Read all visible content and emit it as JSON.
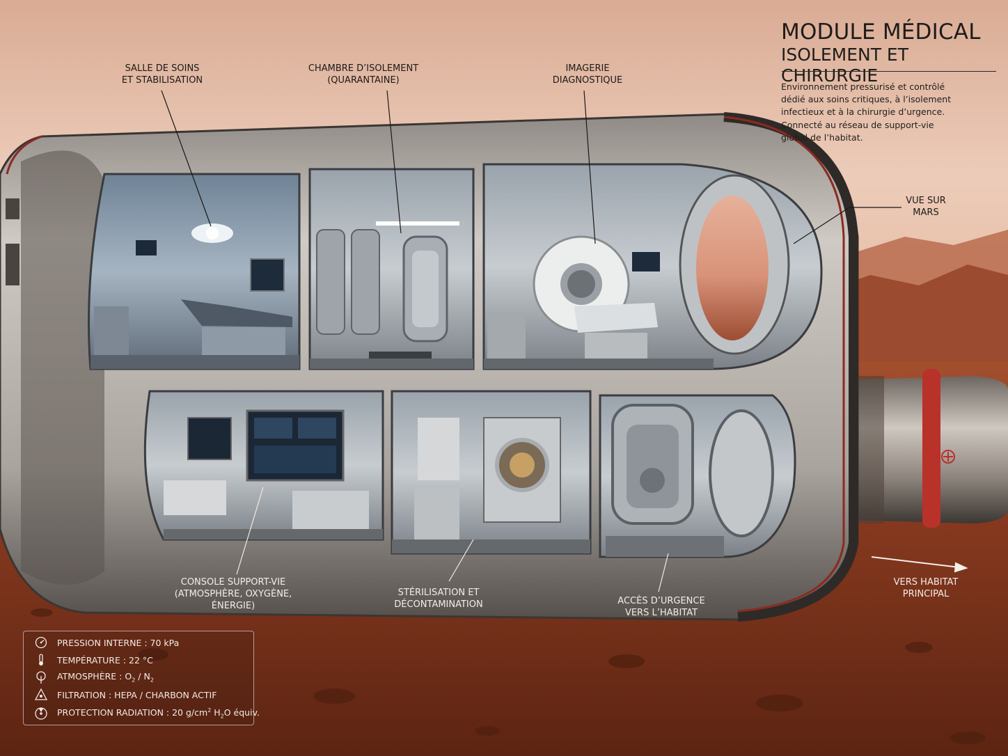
{
  "header": {
    "title": "MODULE MÉDICAL",
    "subtitle": "ISOLEMENT ET CHIRURGIE",
    "description": "Environnement pressurisé et contrôlé\ndédié aux soins critiques, à l’isolement\ninfectieux et à la chirurgie d’urgence.\nConnecté au réseau de support-vie\nglobal de l’habitat."
  },
  "labels": {
    "care_room": "SALLE DE SOINS\nET STABILISATION",
    "isolation_room": "CHAMBRE D’ISOLEMENT\n(QUARANTAINE)",
    "imaging": "IMAGERIE\nDIAGNOSTIQUE",
    "mars_view": "VUE SUR\nMARS",
    "life_support": "CONSOLE SUPPORT-VIE\n(ATMOSPHÈRE, OXYGÈNE,\nÉNERGIE)",
    "sterilization": "STÉRILISATION ET\nDÉCONTAMINATION",
    "emergency_access": "ACCÈS D’URGENCE\nVERS L’HABITAT",
    "main_habitat": "VERS HABITAT\nPRINCIPAL"
  },
  "specs": {
    "pressure": "PRESSION INTERNE : 70 kPa",
    "temperature": "TEMPÉRATURE : 22 °C",
    "atmosphere_prefix": "ATMOSPHÈRE : O",
    "atmosphere_o2_sub": "2",
    "atmosphere_mid": " / N",
    "atmosphere_n2_sub": "2",
    "filtration": "FILTRATION : HEPA / CHARBON ACTIF",
    "radiation_prefix": "PROTECTION RADIATION : 20 g/cm",
    "radiation_sup": "2",
    "radiation_mid": " H",
    "radiation_h2o_sub": "2",
    "radiation_suffix": "O équiv."
  },
  "icons": {
    "pressure": "pressure-gauge-icon",
    "temperature": "thermometer-icon",
    "atmosphere": "atmosphere-tree-icon",
    "filtration": "filter-molecule-icon",
    "radiation": "radiation-shield-icon"
  },
  "colors": {
    "sky": "#e9c6b1",
    "ground": "#8a3d23",
    "hull": "#b9b4ae",
    "interior": "#c9cccf",
    "accent_red": "#b8322a"
  }
}
